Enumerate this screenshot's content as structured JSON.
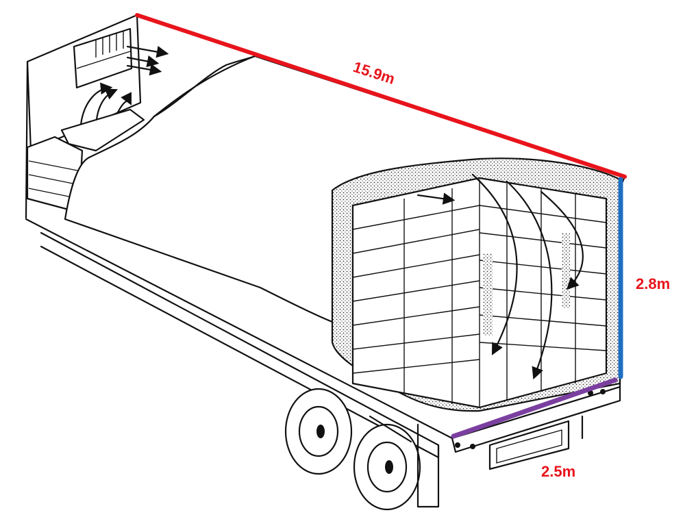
{
  "dimensions": {
    "length": {
      "label": "15.9m",
      "color": "#e8141c"
    },
    "height": {
      "label": "2.8m",
      "color": "#1f6fc1"
    },
    "width": {
      "label": "2.5m",
      "color": "#7b3fa0"
    }
  }
}
